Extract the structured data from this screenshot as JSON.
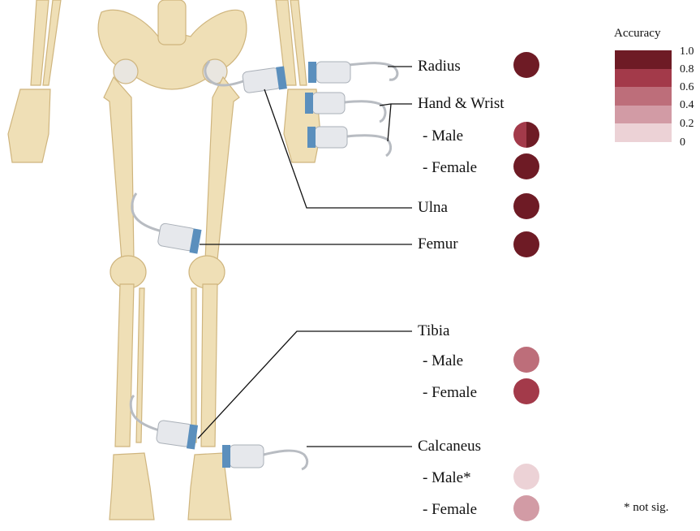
{
  "legend": {
    "title": "Accuracy",
    "ticks": [
      "1.0",
      "0.8",
      "0.6",
      "0.4",
      "0.2",
      "0"
    ],
    "colors": [
      "#6e1b25",
      "#a33a4a",
      "#bd6e7a",
      "#d29ba5",
      "#ecd2d6"
    ]
  },
  "sites": [
    {
      "label": "Radius",
      "accuracy": 0.95,
      "color": "#6e1b25"
    },
    {
      "label": "Hand & Wrist",
      "accuracy": null,
      "color": null
    },
    {
      "label": "- Male",
      "accuracy": null,
      "color": "#6e1b25",
      "color2": "#a33a4a"
    },
    {
      "label": "- Female",
      "accuracy": 0.95,
      "color": "#6e1b25"
    },
    {
      "label": "Ulna",
      "accuracy": 0.95,
      "color": "#6e1b25"
    },
    {
      "label": "Femur",
      "accuracy": 0.95,
      "color": "#6e1b25"
    },
    {
      "label": "Tibia",
      "accuracy": null,
      "color": null
    },
    {
      "label": "- Male",
      "accuracy": 0.5,
      "color": "#bd6e7a"
    },
    {
      "label": "- Female",
      "accuracy": 0.7,
      "color": "#a33a4a"
    },
    {
      "label": "Calcaneus",
      "accuracy": null,
      "color": null
    },
    {
      "label": "- Male*",
      "accuracy": 0.1,
      "color": "#ecd2d6"
    },
    {
      "label": "- Female",
      "accuracy": 0.3,
      "color": "#d29ba5"
    }
  ],
  "footnote": "* not sig.",
  "colors": {
    "bone": "#efdfb6",
    "bone_stroke": "#cfb57e",
    "probe": "#e6e8ec",
    "probe_head": "#5b8fbd",
    "line": "#111111"
  }
}
